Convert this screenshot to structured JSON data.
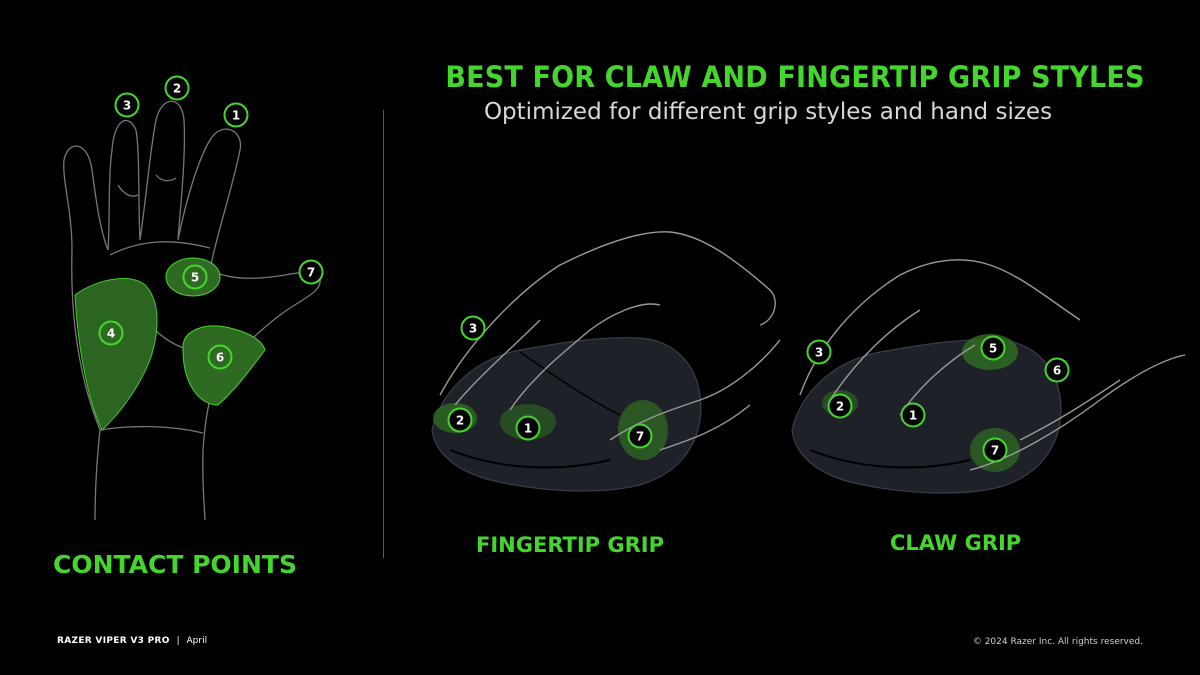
{
  "headline": "BEST FOR CLAW AND FINGERTIP GRIP STYLES",
  "subheadline": "Optimized for different grip styles and hand sizes",
  "contact_points_label": "CONTACT POINTS",
  "fingertip_grip_label": "FINGERTIP GRIP",
  "claw_grip_label": "CLAW GRIP",
  "footer": {
    "product": "RAZER VIPER V3 PRO",
    "separator": "|",
    "month": "April",
    "copyright": "© 2024 Razer Inc. All rights reserved."
  },
  "markers": {
    "hand": [
      "1",
      "2",
      "3",
      "4",
      "5",
      "6",
      "7"
    ],
    "fingertip": [
      "1",
      "2",
      "3",
      "7"
    ],
    "claw": [
      "1",
      "2",
      "3",
      "5",
      "6",
      "7"
    ]
  },
  "colors": {
    "accent": "#44d62c",
    "background": "#000000",
    "outline": "#7a7a7a"
  }
}
